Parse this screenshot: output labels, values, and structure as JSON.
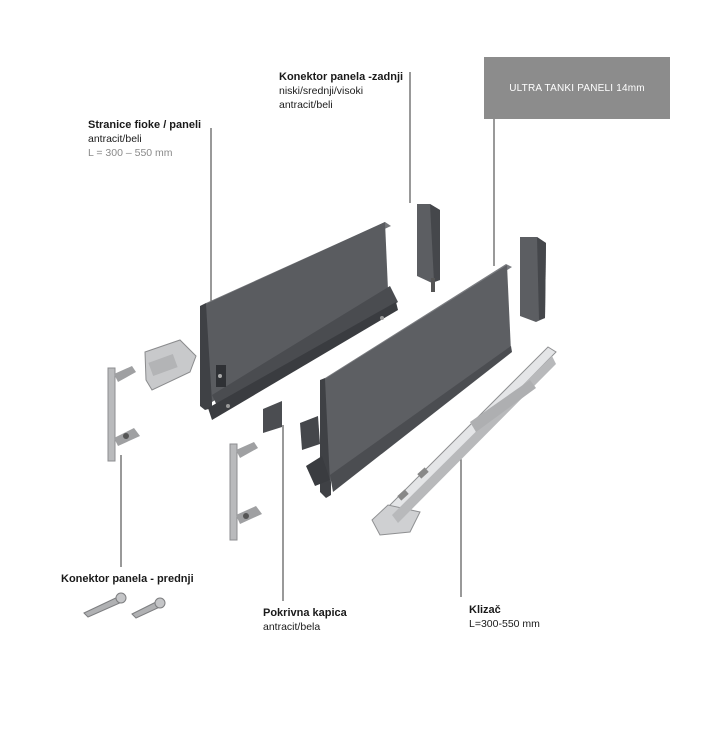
{
  "banner": {
    "text": "ULTRA TANKI PANELI 14mm",
    "color": "#8c8c8c"
  },
  "labels": {
    "side_panels": {
      "title": "Stranice fioke / paneli",
      "line1": "antracit/beli",
      "line2": "L = 300 – 550 mm"
    },
    "rear_connector": {
      "title": "Konektor panela -zadnji",
      "line1": "niski/srednji/visoki",
      "line2": "antracit/beli"
    },
    "front_connector": {
      "title": "Konektor panela - prednji"
    },
    "cover_cap": {
      "title": "Pokrivna kapica",
      "line1": "antracit/bela"
    },
    "runner": {
      "title": "Klizač",
      "line1": "L=300-550 mm"
    }
  },
  "colors": {
    "anthracite": "#5a5c60",
    "anthracite_dark": "#3f4145",
    "steel": "#d9dadc",
    "leader": "#333333"
  },
  "icons": [
    "drawer-side-panel-icon",
    "rear-connector-icon",
    "front-connector-icon",
    "cover-cap-icon",
    "runner-icon",
    "screw-icon"
  ]
}
